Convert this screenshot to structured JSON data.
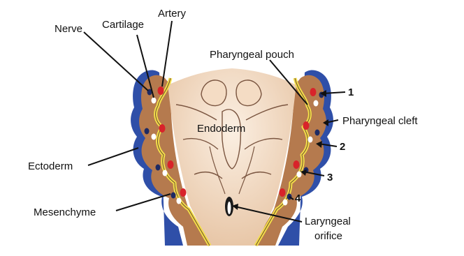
{
  "labels": {
    "nerve": "Nerve",
    "cartilage": "Cartilage",
    "artery": "Artery",
    "pharyngeal_pouch": "Pharyngeal pouch",
    "pharyngeal_cleft": "Pharyngeal cleft",
    "endoderm": "Endoderm",
    "ectoderm": "Ectoderm",
    "mesenchyme": "Mesenchyme",
    "laryngeal_orifice_line1": "Laryngeal",
    "laryngeal_orifice_line2": "orifice"
  },
  "arch_numbers": [
    "1",
    "2",
    "3",
    "4"
  ],
  "colors": {
    "ectoderm_blue": "#2f4fa8",
    "mesenchyme_brown": "#b57a4e",
    "endoderm_surface": "#f7e2cc",
    "endoderm_yellow": "#f3de4a",
    "artery_red": "#d8232a",
    "nerve_navy": "#1e2a63"
  }
}
